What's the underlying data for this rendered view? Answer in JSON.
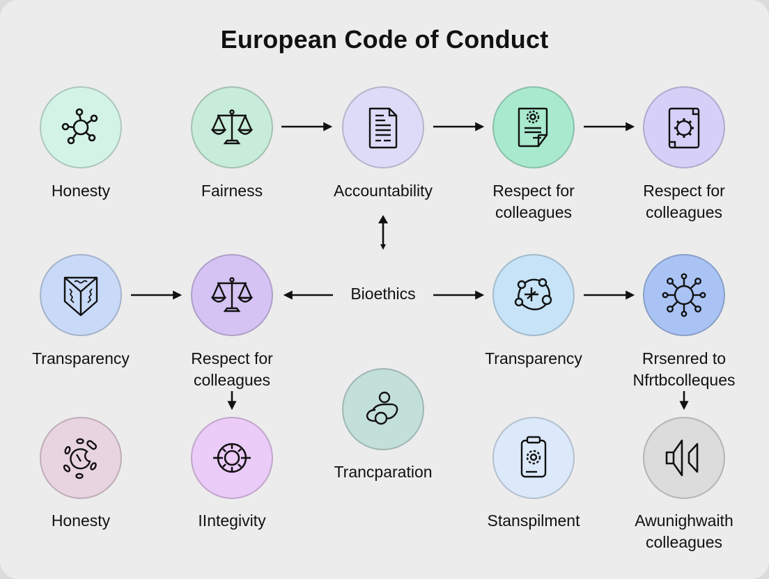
{
  "title": "European Code of Conduct",
  "nodes": {
    "r1c1": {
      "line1": "Honesty",
      "line2": "",
      "icon": "network-hub-icon",
      "color": "#d3f3e6"
    },
    "r1c2": {
      "line1": "Fairness",
      "line2": "",
      "icon": "scales-icon",
      "color": "#c7ecd9"
    },
    "r1c3": {
      "line1": "Accountability",
      "line2": "",
      "icon": "document-icon",
      "color": "#dcdcf8"
    },
    "r1c4": {
      "line1": "Respect for",
      "line2": "colleagues",
      "icon": "gear-document-icon",
      "color": "#a9eacf"
    },
    "r1c5": {
      "line1": "Respect for",
      "line2": "colleagues",
      "icon": "gear-page-icon",
      "color": "#d6d0f8"
    },
    "r2c1": {
      "line1": "Transparency",
      "line2": "",
      "icon": "shield-icon",
      "color": "#c9daf8"
    },
    "r2c2": {
      "line1": "Respect for",
      "line2": "colleagues",
      "icon": "scales-icon",
      "color": "#d5c3f4"
    },
    "r2c4": {
      "line1": "Transparency",
      "line2": "",
      "icon": "connected-cycle-icon",
      "color": "#c6e3f8"
    },
    "r2c5": {
      "line1": "Rrsenred to",
      "line2": "Nfrtbcolleques",
      "icon": "network-hub-icon",
      "color": "#a9c3f5"
    },
    "r3c1": {
      "line1": "Honesty",
      "line2": "",
      "icon": "scattered-circle-icon",
      "color": "#e8d3e0"
    },
    "r3c2": {
      "line1": "IIntegivity",
      "line2": "",
      "icon": "target-icon",
      "color": "#ebcbf8"
    },
    "r3c3": {
      "line1": "Trancparation",
      "line2": "",
      "icon": "people-icon",
      "color": "#c3dfd9"
    },
    "r3c4": {
      "line1": "Stanspilment",
      "line2": "",
      "icon": "clipboard-gear-icon",
      "color": "#dbe9fa"
    },
    "r3c5": {
      "line1": "Awunighwaith",
      "line2": "colleagues",
      "icon": "speaker-icon",
      "color": "#dcdcdc"
    }
  },
  "center": {
    "label": "Bioethics"
  },
  "arrows": [
    {
      "from": "r1c2",
      "to": "r1c3",
      "dir": "right"
    },
    {
      "from": "r1c3",
      "to": "r1c4",
      "dir": "right"
    },
    {
      "from": "r1c4",
      "to": "r1c5",
      "dir": "right"
    },
    {
      "from": "r1c3",
      "to": "center",
      "dir": "vertical-double"
    },
    {
      "from": "r2c1",
      "to": "r2c2",
      "dir": "right"
    },
    {
      "from": "center",
      "to": "r2c2",
      "dir": "left"
    },
    {
      "from": "center",
      "to": "r2c4",
      "dir": "right"
    },
    {
      "from": "r2c4",
      "to": "r2c5",
      "dir": "right"
    },
    {
      "from": "r2c2",
      "to": "r3c2",
      "dir": "down"
    },
    {
      "from": "r2c5",
      "to": "r3c5",
      "dir": "down"
    }
  ]
}
